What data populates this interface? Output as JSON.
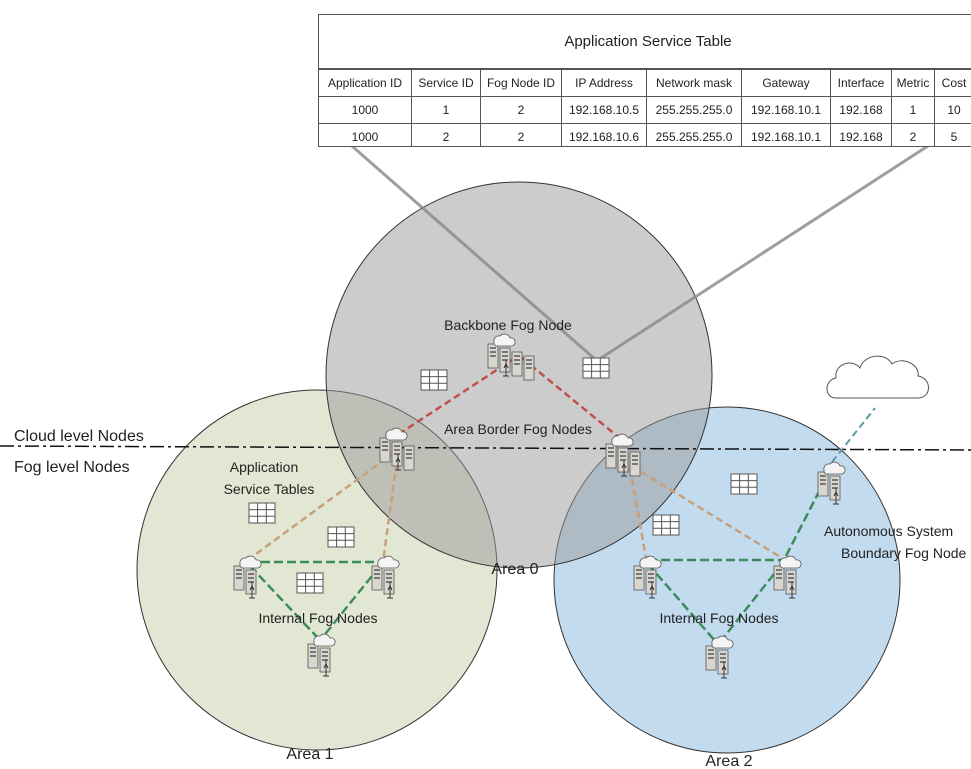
{
  "service_table": {
    "title": "Application Service Table",
    "headers": [
      "Application ID",
      "Service ID",
      "Fog Node ID",
      "IP Address",
      "Network mask",
      "Gateway",
      "Interface",
      "Metric",
      "Cost"
    ],
    "rows": [
      [
        "1000",
        "1",
        "2",
        "192.168.10.5",
        "255.255.255.0",
        "192.168.10.1",
        "192.168",
        "1",
        "10"
      ],
      [
        "1000",
        "2",
        "2",
        "192.168.10.6",
        "255.255.255.0",
        "192.168.10.1",
        "192.168",
        "2",
        "5"
      ]
    ]
  },
  "labels": {
    "backbone": "Backbone Fog Node",
    "area_border": "Area Border Fog Nodes",
    "cloud_level": "Cloud level Nodes",
    "fog_level": "Fog level Nodes",
    "app_tables_1": "Application",
    "app_tables_2": "Service Tables",
    "internal_1": "Internal Fog Nodes",
    "internal_2": "Internal Fog Nodes",
    "asbr_1": "Autonomous System",
    "asbr_2": "Boundary Fog Node",
    "area0": "Area 0",
    "area1": "Area 1",
    "area2": "Area 2"
  },
  "colors": {
    "area0_fill": "#c6c6c6",
    "area1_fill": "#dfe4cf",
    "area2_fill": "#bcd7ec",
    "red_link": "#c0504d",
    "orange_link": "#c8a07a",
    "green_link": "#3c8c5c",
    "teal_link": "#5a9aa6"
  },
  "icons": {
    "server": "server-stack-icon",
    "cloud": "cloud-icon",
    "table": "table-icon"
  }
}
